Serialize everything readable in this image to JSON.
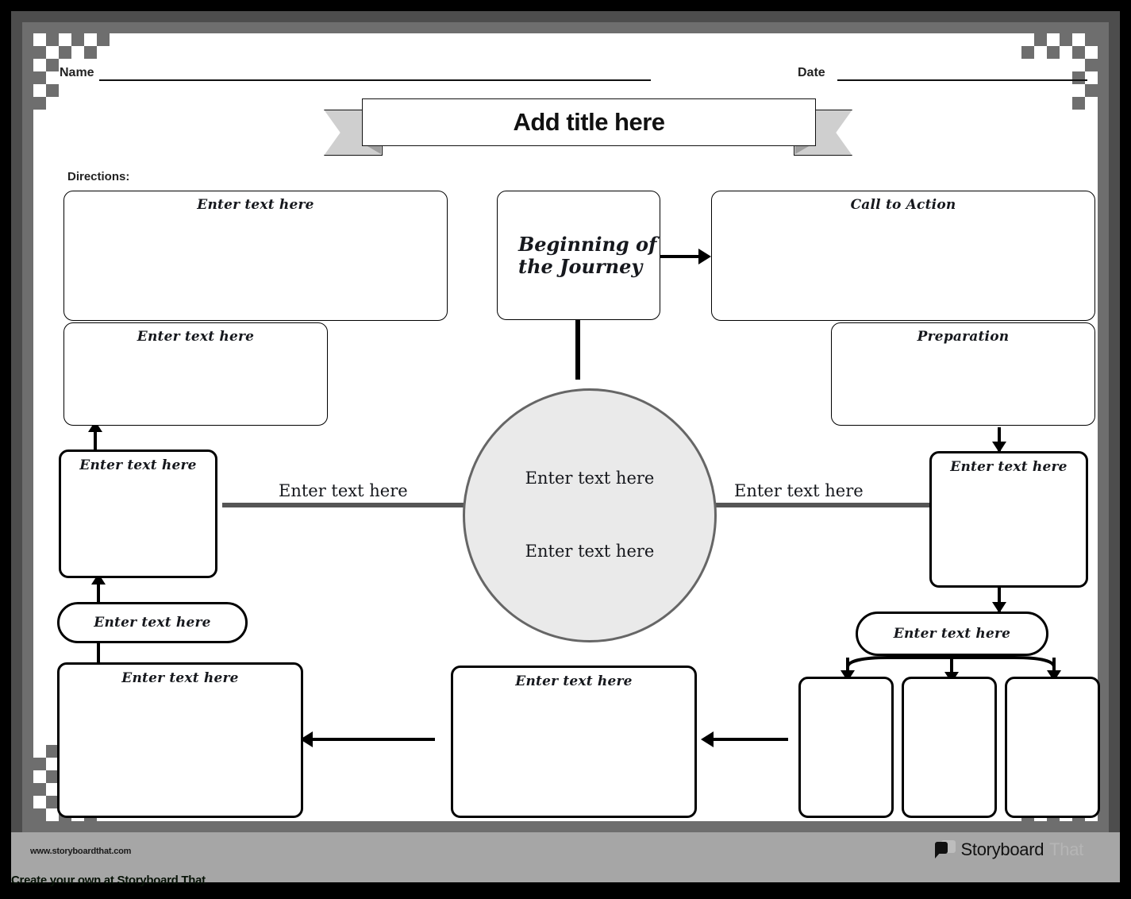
{
  "page": {
    "name_label": "Name",
    "date_label": "Date",
    "title": "Add title here",
    "directions_label": "Directions:"
  },
  "footer": {
    "url": "www.storyboardthat.com",
    "logo_word_1": "Storyboard",
    "logo_word_2": "That",
    "caption": "Create your own at Storyboard That"
  },
  "colors": {
    "frame_gray": "#4d4d4d",
    "rail_gray": "#6e6e6e",
    "footer_gray": "#a6a6a6",
    "circle_fill": "#eaeaea",
    "circle_stroke": "#666666",
    "ribbon_fill": "#cfcfcf",
    "ink": "#000000"
  },
  "placeholder": "Enter text here",
  "boxes": {
    "top_left_large": "Enter text here",
    "left_second": "Enter text here",
    "left_mid": "Enter text here",
    "left_pill": "Enter text here",
    "bottom_left_large": "Enter text here",
    "bottom_center": "Enter text here",
    "beginning": "Beginning of\nthe Journey",
    "beginning_line1": "Beginning of",
    "beginning_line2": "the Journey",
    "call_to_action": "Call to Action",
    "preparation": "Preparation",
    "right_mid": "Enter text here",
    "right_pill": "Enter text here",
    "bottom_right_1": "",
    "bottom_right_2": "",
    "bottom_right_3": ""
  },
  "circle": {
    "top_text": "Enter text here",
    "bottom_text": "Enter text here"
  },
  "spine": {
    "left_label": "Enter text here",
    "right_label": "Enter text here"
  }
}
